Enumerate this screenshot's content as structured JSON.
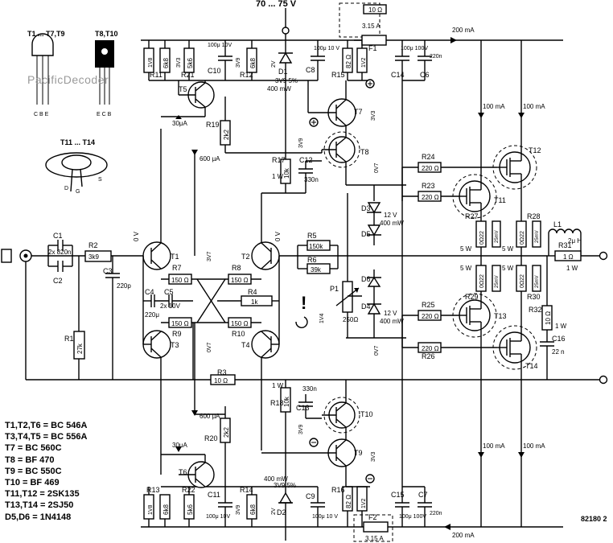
{
  "title_supply": "70 ... 75 V",
  "watermark": "PacificDecoder",
  "figure_number": "82180 2",
  "packages": {
    "to92": {
      "label": "T1 ... T7,T9",
      "pins": "C B E"
    },
    "to126": {
      "label": "T8,T10",
      "pins": "E C B"
    },
    "to3": {
      "label": "T11 ... T14",
      "pins_d": "D",
      "pins_g": "G",
      "pins_s": "S"
    }
  },
  "parts_list": [
    "T1,T2,T6 = BC 546A",
    "T3,T4,T5 = BC 556A",
    "T7 = BC 560C",
    "T8 = BF 470",
    "T9 = BC 550C",
    "T10 = BF 469",
    "T11,T12 = 2SK135",
    "T13,T14 = 2SJ50",
    "D5,D6 = 1N4148"
  ],
  "components": {
    "R1": {
      "name": "R1",
      "value": "27k"
    },
    "R2": {
      "name": "R2",
      "value": "3k9"
    },
    "R3": {
      "name": "R3",
      "value": "10 Ω"
    },
    "R4": {
      "name": "R4",
      "value": "1k"
    },
    "R5": {
      "name": "R5",
      "value": "150k"
    },
    "R6": {
      "name": "R6",
      "value": "39k"
    },
    "R7": {
      "name": "R7",
      "value": "150 Ω"
    },
    "R8": {
      "name": "R8",
      "value": "150 Ω"
    },
    "R9": {
      "name": "R9",
      "value": "150 Ω"
    },
    "R10": {
      "name": "R10",
      "value": "150 Ω"
    },
    "R11": {
      "name": "R11",
      "value": "6k8"
    },
    "R12": {
      "name": "R12",
      "value": "6k8"
    },
    "R13": {
      "name": "R13",
      "value": "6k8"
    },
    "R14": {
      "name": "R14",
      "value": "6k8"
    },
    "R15": {
      "name": "R15",
      "value": "82 Ω"
    },
    "R16": {
      "name": "R16",
      "value": "82 Ω"
    },
    "R17": {
      "name": "R17",
      "value": "10k",
      "power": "1 W"
    },
    "R18": {
      "name": "R18",
      "value": "10k",
      "power": "1 W"
    },
    "R19": {
      "name": "R19",
      "value": "2k2"
    },
    "R20": {
      "name": "R20",
      "value": "2k2"
    },
    "R21": {
      "name": "R21",
      "value": "5k6"
    },
    "R22": {
      "name": "R22",
      "value": "5k6"
    },
    "R23": {
      "name": "R23",
      "value": "220 Ω"
    },
    "R24": {
      "name": "R24",
      "value": "220 Ω"
    },
    "R25": {
      "name": "R25",
      "value": "220 Ω"
    },
    "R26": {
      "name": "R26",
      "value": "220 Ω"
    },
    "R27": {
      "name": "R27",
      "value": "0Ω22",
      "power": "5 W"
    },
    "R28": {
      "name": "R28",
      "value": "0Ω22",
      "power": "5 W"
    },
    "R29": {
      "name": "R29",
      "value": "0Ω22",
      "power": "5 W"
    },
    "R30": {
      "name": "R30",
      "value": "0Ω22",
      "power": "5 W"
    },
    "R31": {
      "name": "R31",
      "value": "1 Ω",
      "power": "1 W"
    },
    "R32": {
      "name": "R32",
      "value": "10 Ω",
      "power": "1 W"
    },
    "C1": {
      "name": "C1",
      "value": "2x 820n"
    },
    "C2": {
      "name": "C2"
    },
    "C3": {
      "name": "C3",
      "value": "220p"
    },
    "C4": {
      "name": "C4",
      "value": "220μ"
    },
    "C5": {
      "name": "C5",
      "value": "2x 10V"
    },
    "C6": {
      "name": "C6",
      "value": "220n"
    },
    "C7": {
      "name": "C7",
      "value": "220n"
    },
    "C8": {
      "name": "C8",
      "value": "100μ 10 V"
    },
    "C9": {
      "name": "C9",
      "value": "100μ 10 V"
    },
    "C10": {
      "name": "C10",
      "value": "100μ 10V"
    },
    "C11": {
      "name": "C11",
      "value": "100μ 10V"
    },
    "C12": {
      "name": "C12",
      "value": "330n"
    },
    "C13": {
      "name": "C13",
      "value": "330n"
    },
    "C14": {
      "name": "C14",
      "value": "100μ 100V"
    },
    "C15": {
      "name": "C15",
      "value": "100μ 100V"
    },
    "C16": {
      "name": "C16",
      "value": "22 n"
    },
    "D1": {
      "name": "D1",
      "value": "3V9 5%",
      "power": "400 mW"
    },
    "D2": {
      "name": "D2",
      "value": "3V9 5%",
      "power": "400 mW"
    },
    "D3": {
      "name": "D3",
      "value": "12 V",
      "power": "400 mW"
    },
    "D4": {
      "name": "D4",
      "value": "12 V",
      "power": "400 mW"
    },
    "D5": {
      "name": "D5"
    },
    "D6": {
      "name": "D6"
    },
    "P1": {
      "name": "P1",
      "value": "250Ω"
    },
    "F1": {
      "name": "F1",
      "value": "3.15 A"
    },
    "F2": {
      "name": "F2",
      "value": "3.15 A"
    },
    "L1": {
      "name": "L1",
      "value": "2μ H"
    }
  },
  "transistors": [
    "T1",
    "T2",
    "T3",
    "T4",
    "T5",
    "T6",
    "T7",
    "T8",
    "T9",
    "T10",
    "T11",
    "T12",
    "T13",
    "T14"
  ],
  "annotations": {
    "current_200ma_top": "200 mA",
    "current_200ma_bottom": "200 mA",
    "current_100ma": "100 mA",
    "current_30ua": "30μA",
    "current_600ua": "600 μA",
    "v_0v": "0 V",
    "v_3v7": "3V7",
    "v_0v7": "0V7",
    "v_1v8": "1V8",
    "v_3v3": "3V3",
    "v_3v9": "3V9",
    "v_2v": "2V",
    "v_1v2": "1V2",
    "v_1v4": "1V4",
    "v_25mv": "25mV",
    "v_10r": "10 Ω"
  }
}
